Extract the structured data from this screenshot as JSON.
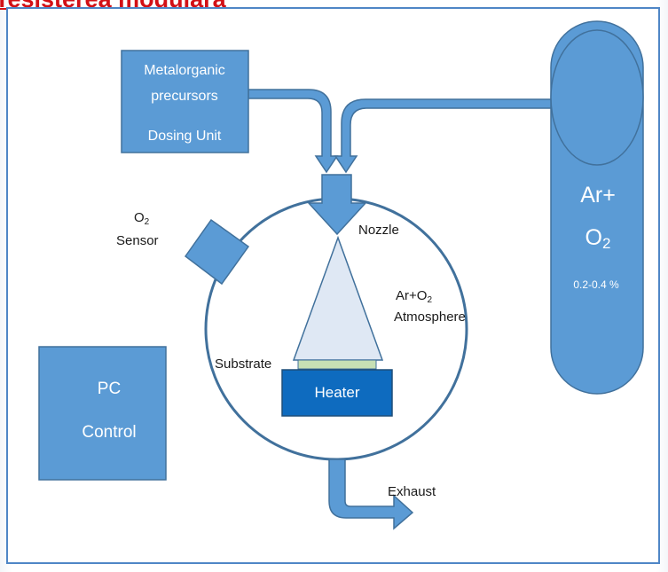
{
  "page_heading": "Tesisterea modulara",
  "colors": {
    "frame": "#4f86c6",
    "component_fill": "#5b9bd5",
    "component_stroke": "#41719c",
    "heater_fill": "#0e6bbf",
    "heater_stroke": "#1f4e79",
    "substrate_fill": "#c7e0b4",
    "plume_fill": "#dfe8f4",
    "chamber_stroke": "#41719c",
    "heading": "#d21016",
    "label_text": "#1a1a1a",
    "box_text": "#ffffff"
  },
  "dosing_unit": {
    "line1": "Metalorganic",
    "line2": "precursors",
    "line3": "Dosing Unit"
  },
  "gas_tank": {
    "label_top": "Ar+",
    "label_main": "O",
    "label_subscript": "2",
    "concentration": "0.2-0.4 %"
  },
  "o2_sensor": {
    "label_main": "O",
    "label_subscript": "2",
    "label_second": "Sensor"
  },
  "nozzle": {
    "label": "Nozzle"
  },
  "atmosphere": {
    "line1_main": "Ar+O",
    "line1_subscript": "2",
    "line2": "Atmosphere"
  },
  "substrate": {
    "label": "Substrate"
  },
  "heater": {
    "label": "Heater"
  },
  "pc_control": {
    "line1": "PC",
    "line2": "Control"
  },
  "exhaust": {
    "label": "Exhaust"
  }
}
